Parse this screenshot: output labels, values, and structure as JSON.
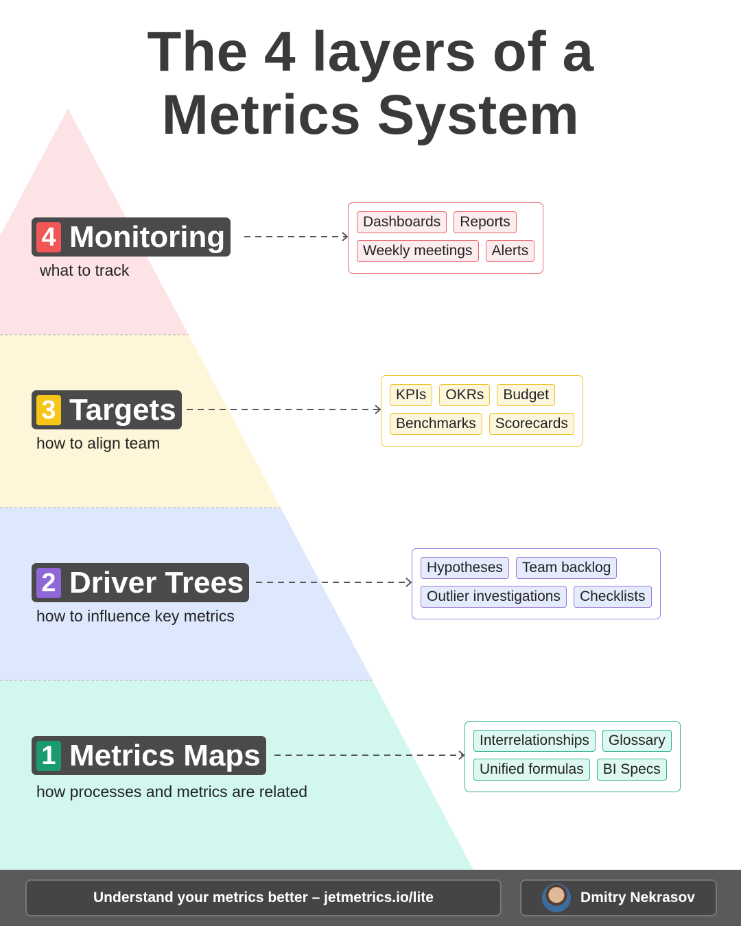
{
  "title": {
    "line1": "The 4 layers of a",
    "line2": "Metrics System"
  },
  "layers": [
    {
      "number": "4",
      "name": "Monitoring",
      "subtitle": "what to track",
      "badge_color": "#f15757",
      "band_color": "#fde3e6",
      "tag_border": "#e8676b",
      "tag_bg": "#fdecee",
      "tag_rows": [
        [
          "Dashboards",
          "Reports"
        ],
        [
          "Weekly meetings",
          "Alerts"
        ]
      ]
    },
    {
      "number": "3",
      "name": "Targets",
      "subtitle": "how to align team",
      "badge_color": "#f5c518",
      "band_color": "#fdf6d9",
      "tag_border": "#ecc52a",
      "tag_bg": "#fdf6dc",
      "tag_rows": [
        [
          "KPIs",
          "OKRs",
          "Budget"
        ],
        [
          "Benchmarks",
          "Scorecards"
        ]
      ]
    },
    {
      "number": "2",
      "name": "Driver Trees",
      "subtitle": "how to influence key metrics",
      "badge_color": "#9067d8",
      "band_color": "#dde8fd",
      "tag_border": "#9a7ad9",
      "tag_bg": "#e4ebfd",
      "tag_rows": [
        [
          "Hypotheses",
          "Team backlog"
        ],
        [
          "Outlier investigations",
          "Checklists"
        ]
      ]
    },
    {
      "number": "1",
      "name": "Metrics Maps",
      "subtitle": "how processes and metrics are related",
      "badge_color": "#1a9a6e",
      "band_color": "#d2f7ef",
      "tag_border": "#2fb394",
      "tag_bg": "#dcf8f1",
      "tag_rows": [
        [
          "Interrelationships",
          "Glossary"
        ],
        [
          "Unified formulas",
          "BI Specs"
        ]
      ]
    }
  ],
  "footer": {
    "cta": "Understand your metrics better – jetmetrics.io/lite",
    "author": "Dmitry Nekrasov"
  }
}
